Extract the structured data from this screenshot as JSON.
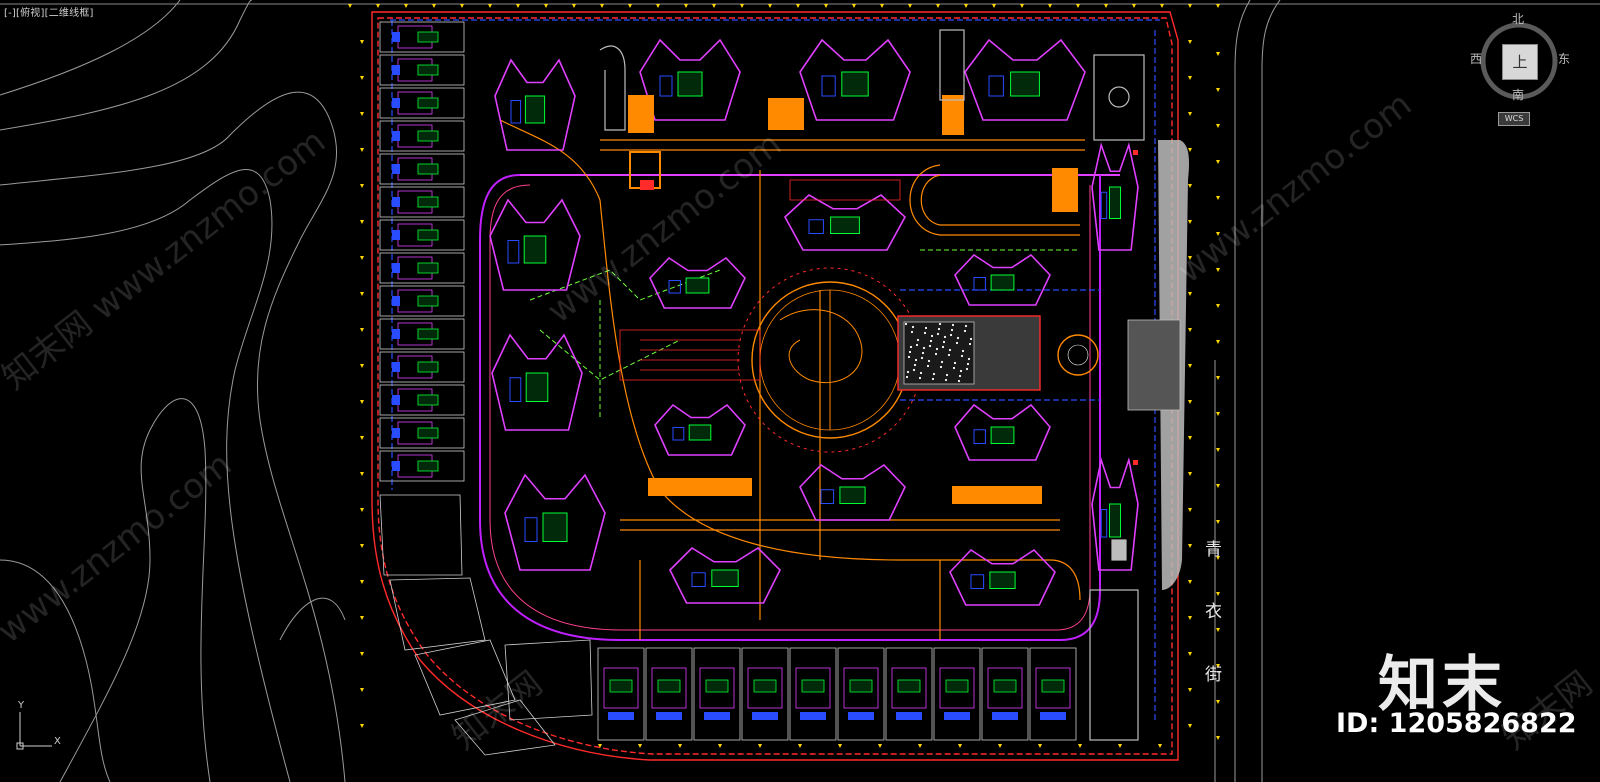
{
  "viewport": {
    "label": "[-][俯视][二维线框]"
  },
  "viewcube": {
    "north": "北",
    "south": "南",
    "east": "东",
    "west": "西",
    "face": "上",
    "wcs": "WCS"
  },
  "street_chars": [
    "青",
    "衣",
    "街"
  ],
  "brand": {
    "logo_text": "知末",
    "id_text": "ID: 1205826822"
  },
  "watermark": {
    "site": "www.znzmo.com",
    "short": "知末网"
  },
  "ucs": {
    "y_label": "Y",
    "x_label": "X"
  },
  "colors": {
    "background": "#000000",
    "boundary_red": "#ff2a2a",
    "road_orange": "#ff8a00",
    "building_magenta": "#e040ff",
    "label_green": "#00ff33",
    "path_blue": "#2a4cff",
    "line_gray": "#bdbdbd",
    "yellow": "#ffd600"
  }
}
